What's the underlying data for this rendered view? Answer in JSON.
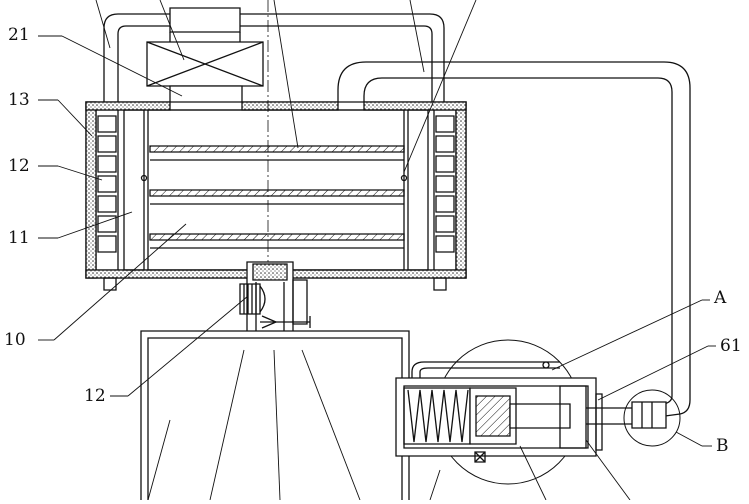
{
  "figure": {
    "labels": {
      "l21": "21",
      "l13": "13",
      "l12a": "12",
      "l11": "11",
      "l10": "10",
      "l12b": "12",
      "lA": "A",
      "l61": "61",
      "lB": "B"
    }
  },
  "colors": {
    "stroke": "#111111",
    "background": "#ffffff"
  }
}
